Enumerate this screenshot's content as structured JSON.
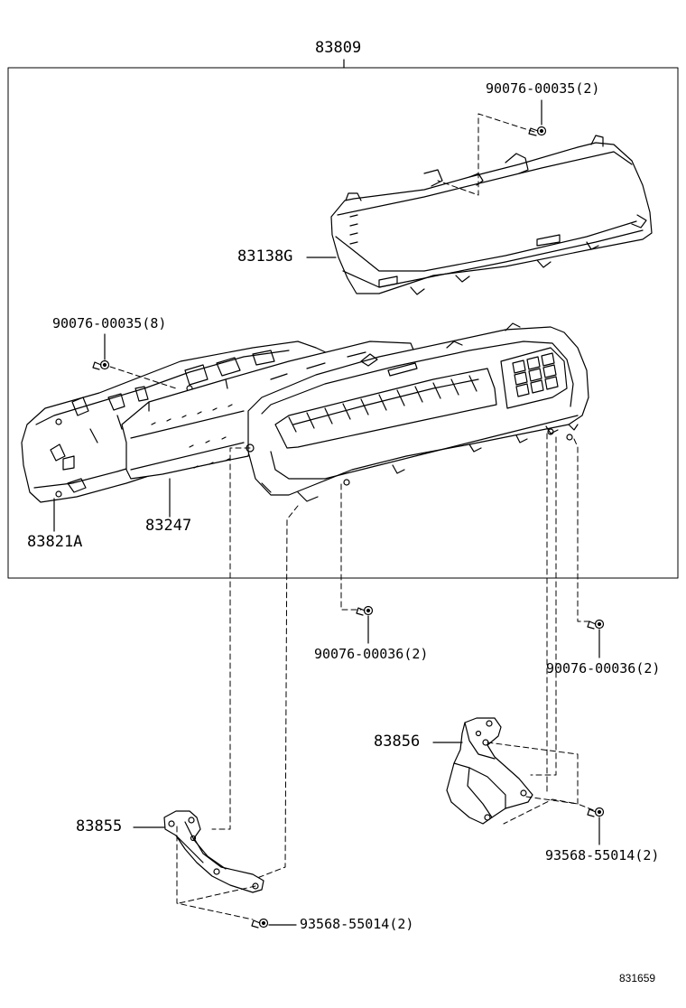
{
  "diagram_id": "831659",
  "parts": {
    "assembly": "83809",
    "cover": "83138G",
    "screw_top": "90076-00035(2)",
    "screw_left": "90076-00035(8)",
    "back_plate": "83821A",
    "circuit_plate": "83247",
    "screw_mid": "90076-00036(2)",
    "screw_right": "90076-00036(2)",
    "bracket_right": "83856",
    "bracket_left": "83855",
    "bolt_right": "93568-55014(2)",
    "bolt_left": "93568-55014(2)"
  }
}
